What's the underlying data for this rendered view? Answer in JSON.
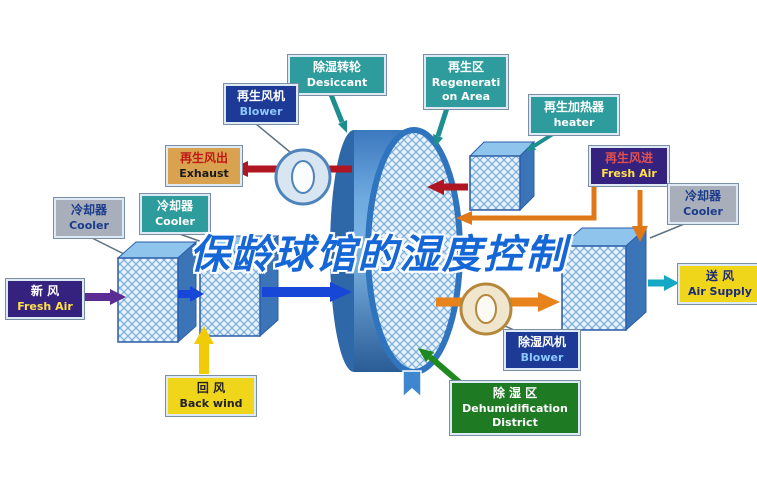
{
  "title": "保龄球馆的湿度控制",
  "labels": {
    "desiccant": {
      "zh": "除湿转轮",
      "en": "Desiccant"
    },
    "regen_area": {
      "zh": "再生区",
      "en": "Regeneration Area"
    },
    "regen_blower": {
      "zh": "再生风机",
      "en": "Blower"
    },
    "regen_heater": {
      "zh": "再生加热器",
      "en": "heater"
    },
    "exhaust": {
      "zh": "再生风出",
      "en": "Exhaust"
    },
    "regen_fresh_air": {
      "zh": "再生风进",
      "en": "Fresh Air"
    },
    "cooler_left": {
      "zh": "冷却器",
      "en": "Cooler"
    },
    "cooler_mid": {
      "zh": "冷却器",
      "en": "Cooler"
    },
    "cooler_right": {
      "zh": "冷却器",
      "en": "Cooler"
    },
    "fresh_air": {
      "zh": "新  风",
      "en": "Fresh Air"
    },
    "air_supply": {
      "zh": "送  风",
      "en": "Air Supply"
    },
    "back_wind": {
      "zh": "回  风",
      "en": "Back wind"
    },
    "dehum_blower": {
      "zh": "除湿风机",
      "en": "Blower"
    },
    "dehum_district": {
      "zh": "除 湿 区",
      "en": "Dehumidification District"
    }
  },
  "colors": {
    "title_blue": "#1566d6",
    "teal_box": "#2e9c9c",
    "navy_box": "#1c3a96",
    "tan_box": "#d8a24e",
    "purple_box": "#35227e",
    "gray_box": "#a9afba",
    "yellow_box": "#f0d61a",
    "green_box": "#1f7a24",
    "wheel_blue": "#3c78be",
    "arrow_blue": "#1747d6",
    "arrow_red": "#b01622",
    "arrow_orange": "#e07818",
    "arrow_purple": "#5b2d92",
    "arrow_yellow": "#efcb08",
    "arrow_green": "#1f8a1f",
    "arrow_teal": "#1e8f8f",
    "arrow_cyan": "#14a8c4"
  }
}
